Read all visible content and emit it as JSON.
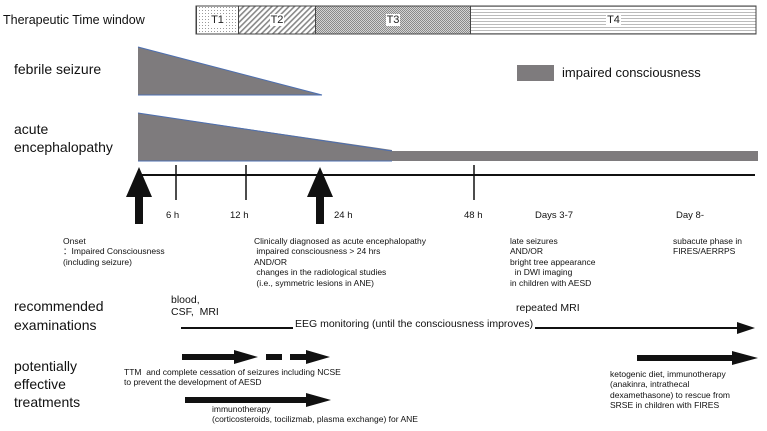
{
  "header": {
    "title": "Therapeutic Time window",
    "phases": [
      "T1",
      "T2",
      "T3",
      "T4"
    ]
  },
  "rows": {
    "febrile_seizure": "febrile seizure",
    "acute_encephalopathy": "acute\nencephalopathy",
    "legend": "impaired consciousness"
  },
  "timeline": {
    "ticks": [
      "6 h",
      "12 h",
      "24 h",
      "48 h",
      "Days 3-7",
      "Day 8-"
    ],
    "onset": "Onset\n：Impaired Consciousness\n(including seizure)",
    "diagnosis": "Clinically diagnosed as acute encephalopathy\n impaired consciousness > 24 hrs\nAND/OR\n changes in the radiological studies\n (i.e., symmetric lesions in ANE)",
    "late": "late seizures\nAND/OR\nbright tree appearance\n  in DWI imaging\nin children with AESD",
    "subacute": "subacute phase in\nFIRES/AERRPS"
  },
  "examinations": {
    "heading": "recommended\nexaminations",
    "early": "blood,\nCSF,  MRI",
    "eeg": "EEG monitoring (until the consciousness improves)",
    "repeat": "repeated MRI"
  },
  "treatments": {
    "heading": "potentially\neffective\ntreatments",
    "ttm": "TTM  and complete cessation of seizures including NCSE\nto prevent the development of AESD",
    "immuno": "immunotherapy\n(corticosteroids, tocilizmab, plasma exchange) for ANE",
    "keto": "ketogenic diet, immunotherapy\n(anakinra, intrathecal\ndexamethasone) to rescue from\nSRSE in children with FIRES"
  },
  "colors": {
    "shade": "#7e7b7d",
    "shade_edge": "#4d6fb0",
    "ink": "#111111"
  }
}
